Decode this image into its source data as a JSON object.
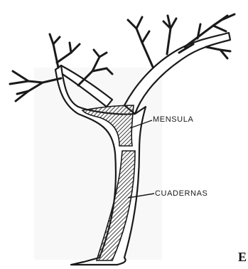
{
  "labels": {
    "mensula": "MENSULA",
    "cuadernas": "CUADERNAS",
    "corner_letter": "E"
  },
  "colors": {
    "ink": "#1a1a1a",
    "hatch": "#2a2a2a",
    "paper": "#ffffff",
    "shade": "#f1f1f1"
  },
  "icons": {
    "tree": "tree-trunk-icon",
    "hatch": "diagonal-hatch-pattern"
  }
}
